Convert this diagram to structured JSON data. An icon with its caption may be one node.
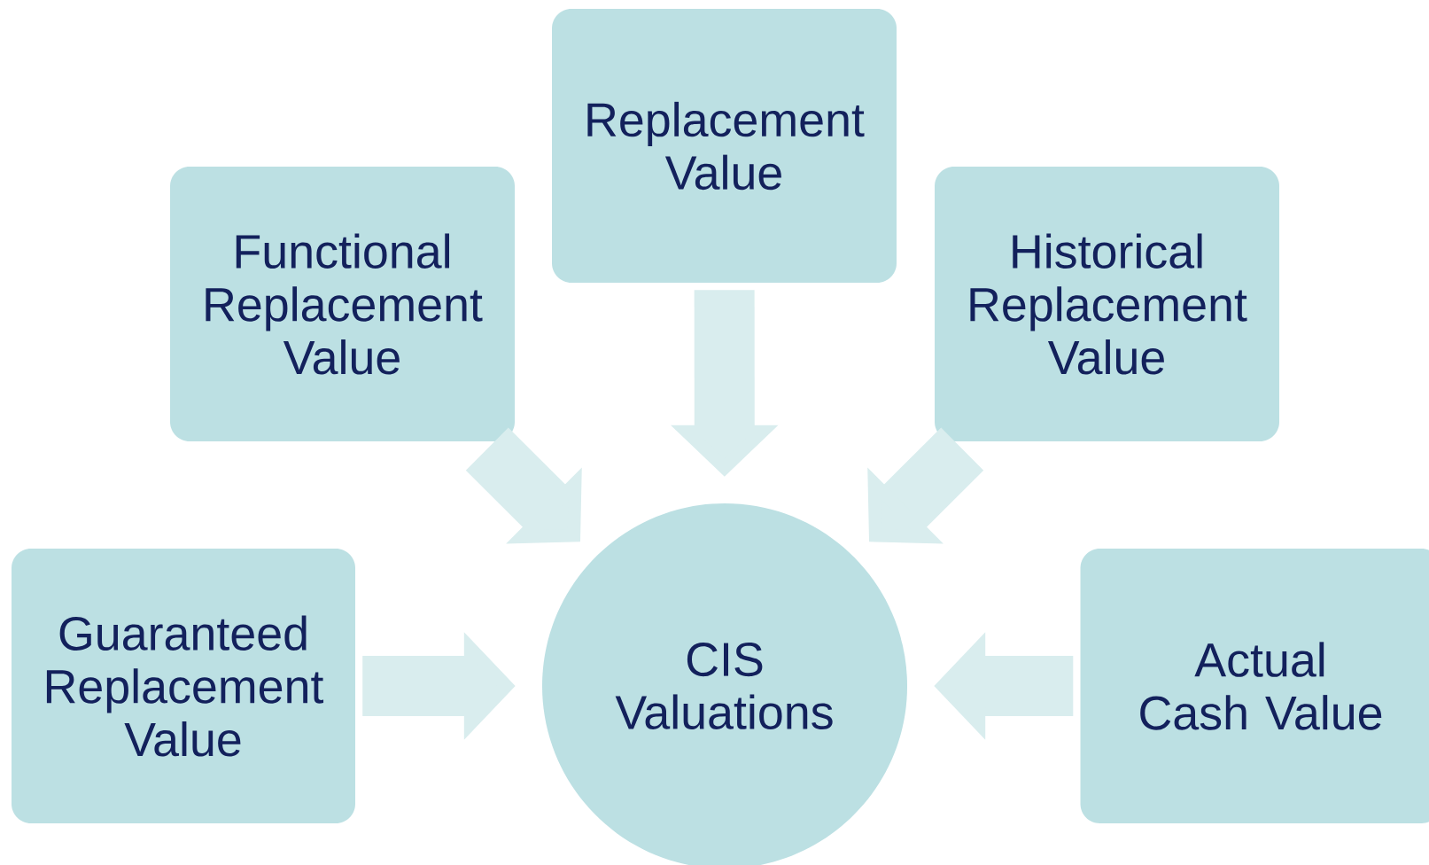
{
  "diagram": {
    "nodes": [
      {
        "text": [
          "Replacement Value"
        ]
      },
      {
        "text": [
          "Functional Replacement Value"
        ]
      },
      {
        "text": [
          "Historical Replacement Value"
        ]
      },
      {
        "text": [
          "Guaranteed Replacement Value"
        ]
      },
      {
        "text": [
          "CIS Valuations"
        ]
      },
      {
        "text": [
          "Actual Cash Value"
        ]
      }
    ],
    "edges": [
      {
        "from": 0,
        "to": 4,
        "arrow": "to"
      },
      {
        "from": 1,
        "to": 4,
        "arrow": "to"
      },
      {
        "from": 2,
        "to": 4,
        "arrow": "to"
      },
      {
        "from": 3,
        "to": 4,
        "arrow": "to"
      },
      {
        "from": 5,
        "to": 4,
        "arrow": "to"
      }
    ]
  }
}
